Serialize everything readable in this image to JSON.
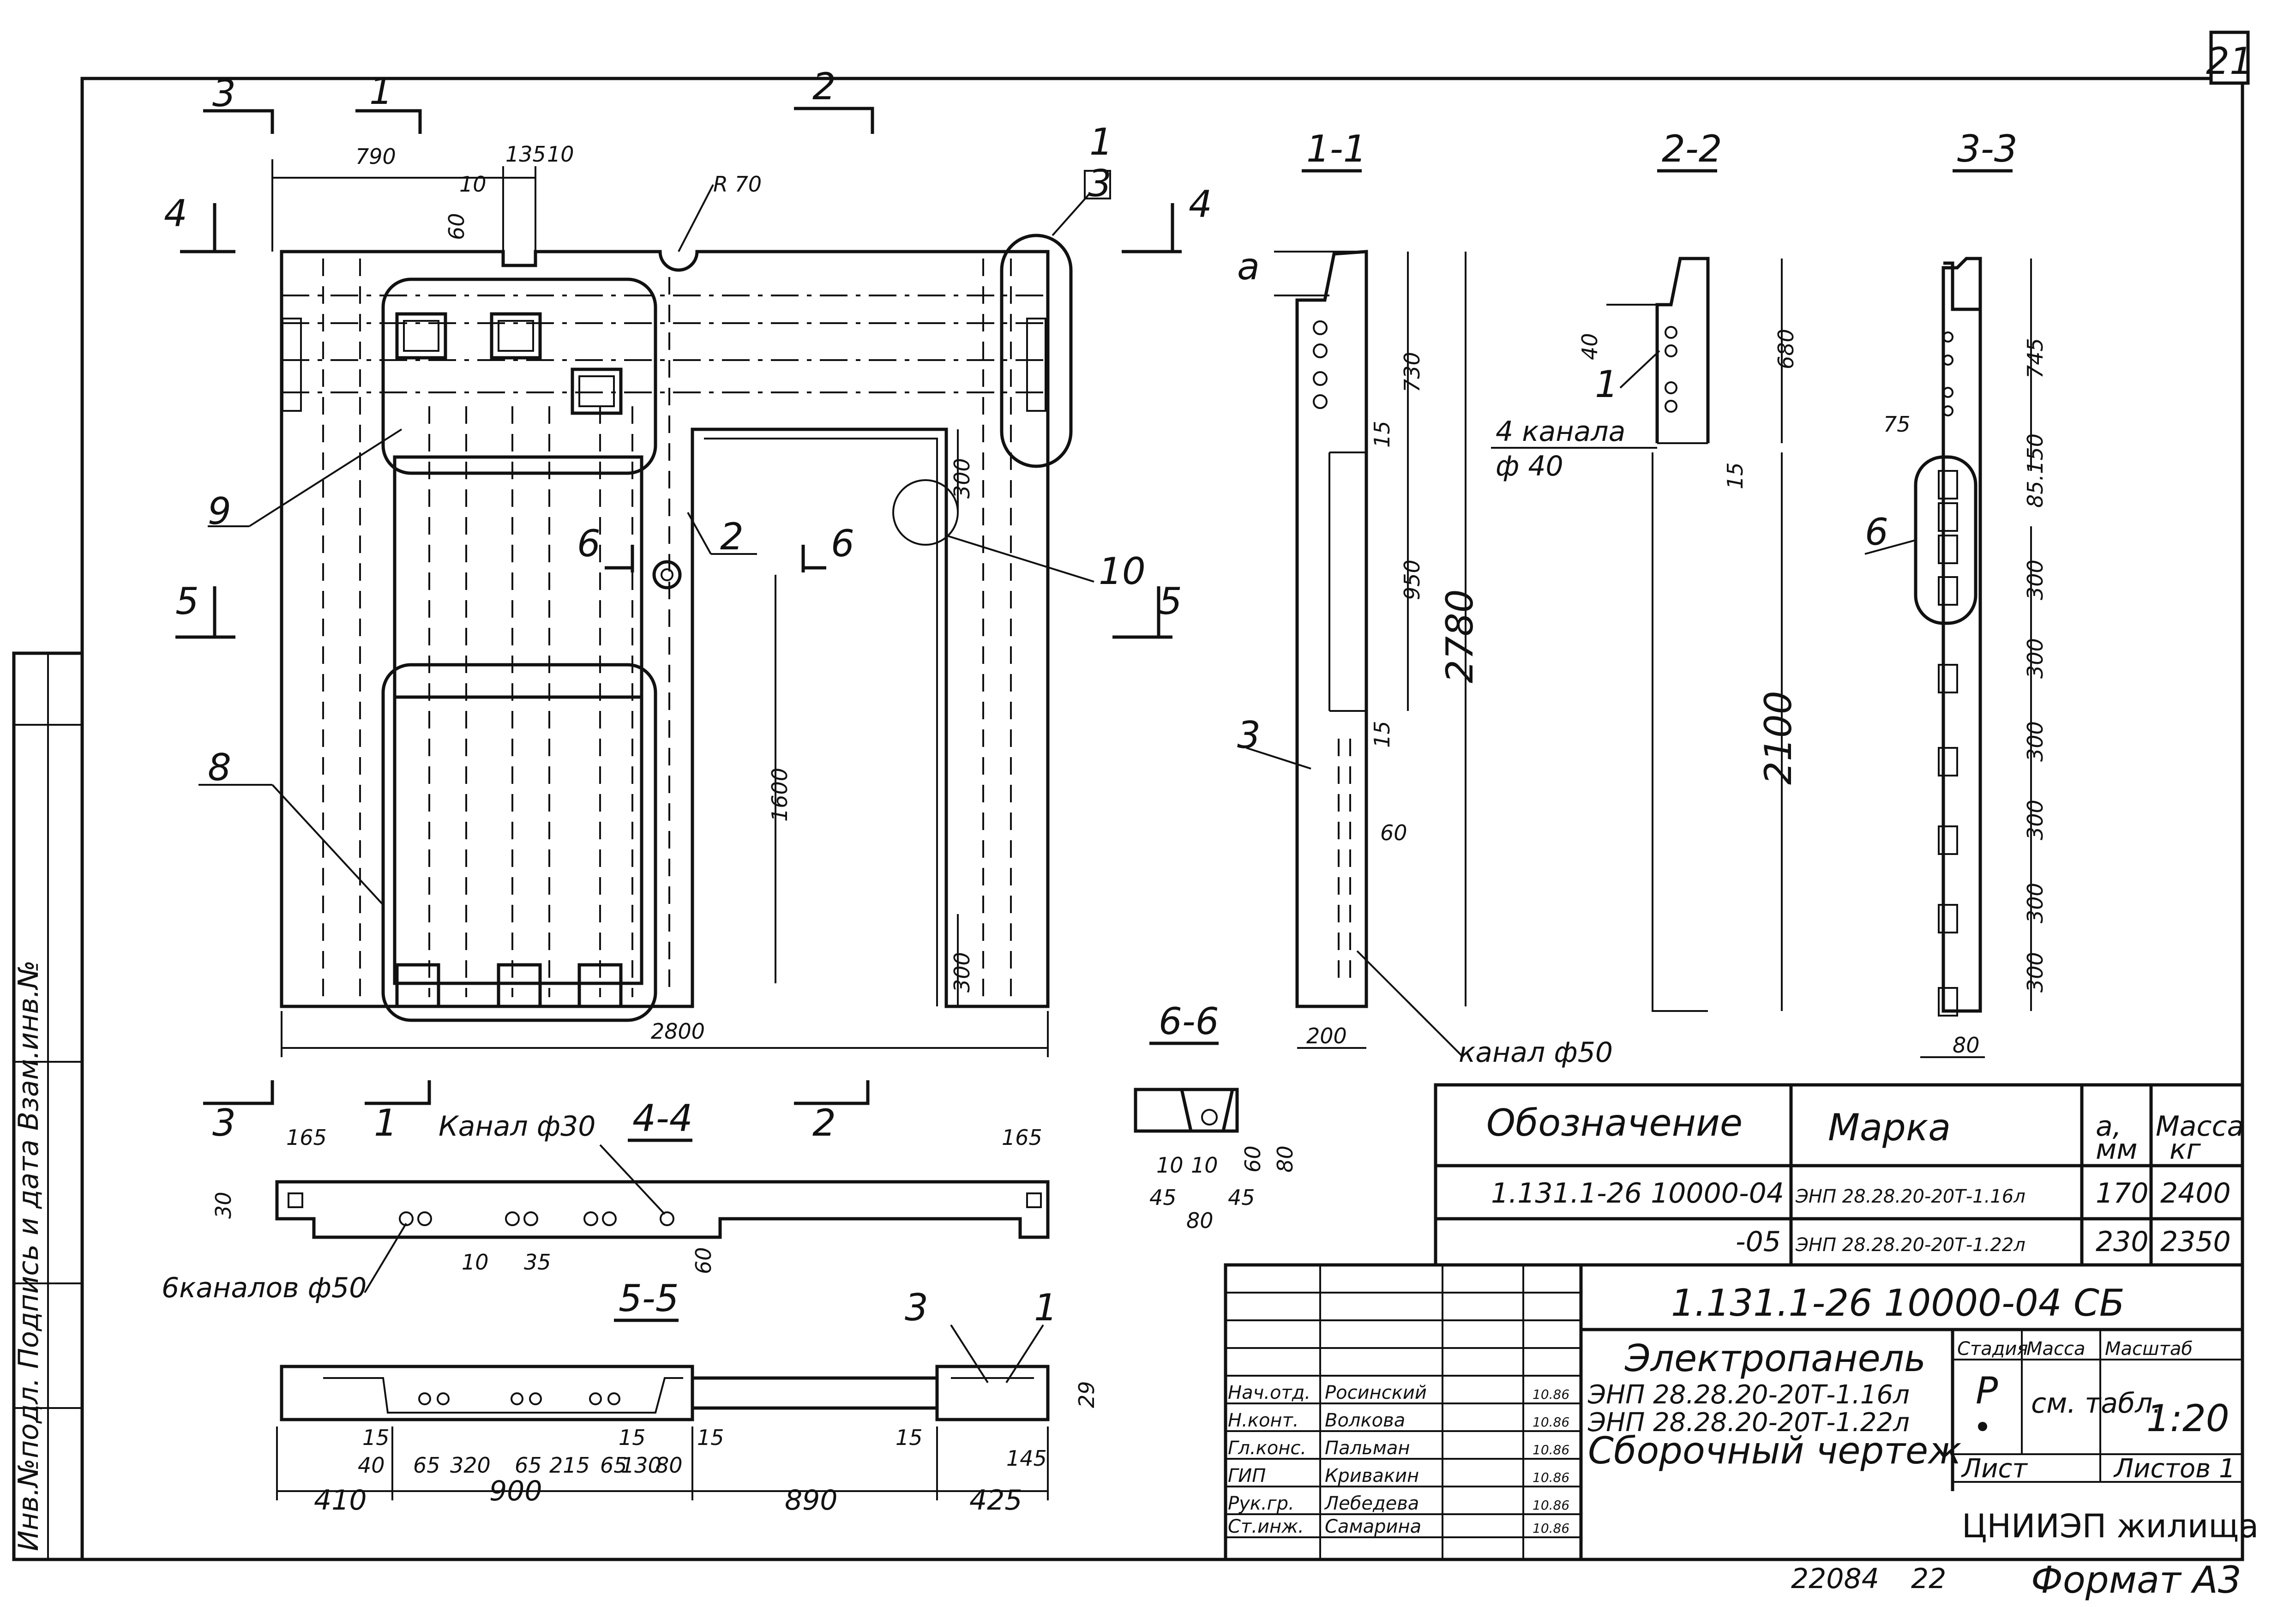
{
  "sheet_number": "21",
  "format": "Формат А3",
  "archive_number": "22084",
  "page_number": "22",
  "side_stamp": "Инв.№подл. Подпись и дата Взам.инв.№",
  "sections": {
    "s11": "1-1",
    "s22": "2-2",
    "s33": "3-3",
    "s44": "4-4",
    "s55": "5-5",
    "s66": "6-6"
  },
  "cut_marks": {
    "c1": "1",
    "c2": "2",
    "c3": "3",
    "c4": "4",
    "c5": "5",
    "c6": "6"
  },
  "callouts": {
    "n1": "1",
    "n2": "2",
    "n3": "3",
    "n6": "6",
    "n8": "8",
    "n9": "9",
    "n10": "10"
  },
  "notes": {
    "r70": "R 70",
    "channels_4": "4 канала",
    "phi40": "ф 40",
    "channel_phi50": "канал ф50",
    "channel_phi30": "Канал ф30",
    "channels_6": "6каналов ф50",
    "a": "а"
  },
  "dims_elev": {
    "d790": "790",
    "d135": "135",
    "d10a": "10",
    "d10b": "10",
    "d60": "60",
    "d300a": "300",
    "d300b": "300",
    "d1600": "1600",
    "d2800": "2800"
  },
  "dims_s11": {
    "d730": "730",
    "d950": "950",
    "d2780": "2780",
    "d15a": "15",
    "d15b": "15",
    "d60": "60",
    "d200": "200"
  },
  "dims_s22": {
    "d40": "40",
    "d680": "680",
    "d15": "15",
    "d2100": "2100"
  },
  "dims_s33": {
    "d745": "745",
    "d75": "75",
    "d85": "85",
    "d150": "150",
    "d300_1": "300",
    "d300_2": "300",
    "d300_3": "300",
    "d300_4": "300",
    "d300_5": "300",
    "d300_6": "300",
    "d80": "80"
  },
  "dims_s66": {
    "d10": "10",
    "d10b": "10",
    "d60": "60",
    "d80": "80",
    "d45a": "45",
    "d45b": "45",
    "d80b": "80"
  },
  "dims_s44": {
    "d165a": "165",
    "d165b": "165",
    "d30": "30",
    "d10": "10",
    "d35": "35",
    "d60": "60"
  },
  "dims_s55": {
    "d15a": "15",
    "d40": "40",
    "d65a": "65",
    "d320": "320",
    "d65b": "65",
    "d215": "215",
    "d65c": "65",
    "d130": "130",
    "d80": "80",
    "d15b": "15",
    "d15c": "15",
    "d15d": "15",
    "d145": "145",
    "d29": "29",
    "d410": "410",
    "d900": "900",
    "d890": "890",
    "d425": "425"
  },
  "spec_table": {
    "headers": {
      "designation": "Обозначение",
      "mark": "Марка",
      "a": "а,",
      "a_unit": "мм",
      "mass": "Масса",
      "mass_unit": "кг"
    },
    "rows": [
      {
        "designation": "1.131.1-26 10000-04",
        "mark": "ЭНП 28.28.20-20Т-1.16л",
        "a": "170",
        "mass": "2400"
      },
      {
        "designation": "-05",
        "mark": "ЭНП 28.28.20-20Т-1.22л",
        "a": "230",
        "mass": "2350"
      }
    ]
  },
  "title_block": {
    "code": "1.131.1-26 10000-04 СБ",
    "title_lines": [
      "Электропанель",
      "ЭНП 28.28.20-20Т-1.16л",
      "ЭНП 28.28.20-20Т-1.22л",
      "Сборочный чертеж"
    ],
    "stage_label": "Стадия",
    "stage": "Р",
    "mass_label": "Масса",
    "mass_value": "см. табл.",
    "scale_label": "Масштаб",
    "scale": "1:20",
    "sheet_label": "Лист",
    "sheets_label": "Листов 1",
    "org": "ЦНИИЭП жилища",
    "signatures": [
      {
        "role": "Нач.отд.",
        "name": "Росинский",
        "date": "10.86"
      },
      {
        "role": "Н.конт.",
        "name": "Волкова",
        "date": "10.86"
      },
      {
        "role": "Гл.конс.",
        "name": "Пальман",
        "date": "10.86"
      },
      {
        "role": "ГИП",
        "name": "Кривакин",
        "date": "10.86"
      },
      {
        "role": "Рук.гр.",
        "name": "Лебедева",
        "date": "10.86"
      },
      {
        "role": "Ст.инж.",
        "name": "Самарина",
        "date": "10.86"
      }
    ]
  }
}
